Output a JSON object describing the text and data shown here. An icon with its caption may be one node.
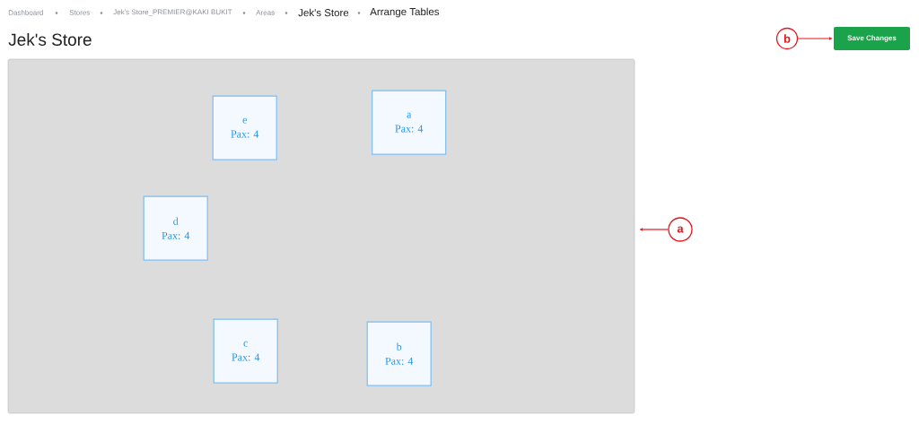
{
  "diagram": {
    "title": "Jek's Store",
    "nodes": [
      {
        "text": [],
        "shape": "box"
      },
      {
        "text": [
          "e",
          "Pax: 4"
        ],
        "in": 0
      },
      {
        "text": [
          "a",
          "Pax: 4"
        ],
        "in": 0
      },
      {
        "text": [
          "d",
          "Pax: 4"
        ],
        "in": 0
      },
      {
        "text": [
          "c",
          "Pax: 4"
        ],
        "in": 0
      },
      {
        "text": [
          "b",
          "Pax: 4"
        ],
        "in": 0
      },
      {
        "text": [
          "Save Changes"
        ]
      },
      {
        "text": [
          "a"
        ]
      },
      {
        "text": [
          "b"
        ]
      }
    ],
    "edges": [
      {
        "from": 7,
        "to": 0,
        "arrow": "to"
      },
      {
        "from": 8,
        "to": 6,
        "arrow": "to"
      }
    ],
    "labels": [
      "Dashboard",
      "Stores",
      "Jek's Store_PREMIER@KAKI BUKIT",
      "Areas",
      "Jek's Store",
      "Arrange Tables"
    ]
  }
}
